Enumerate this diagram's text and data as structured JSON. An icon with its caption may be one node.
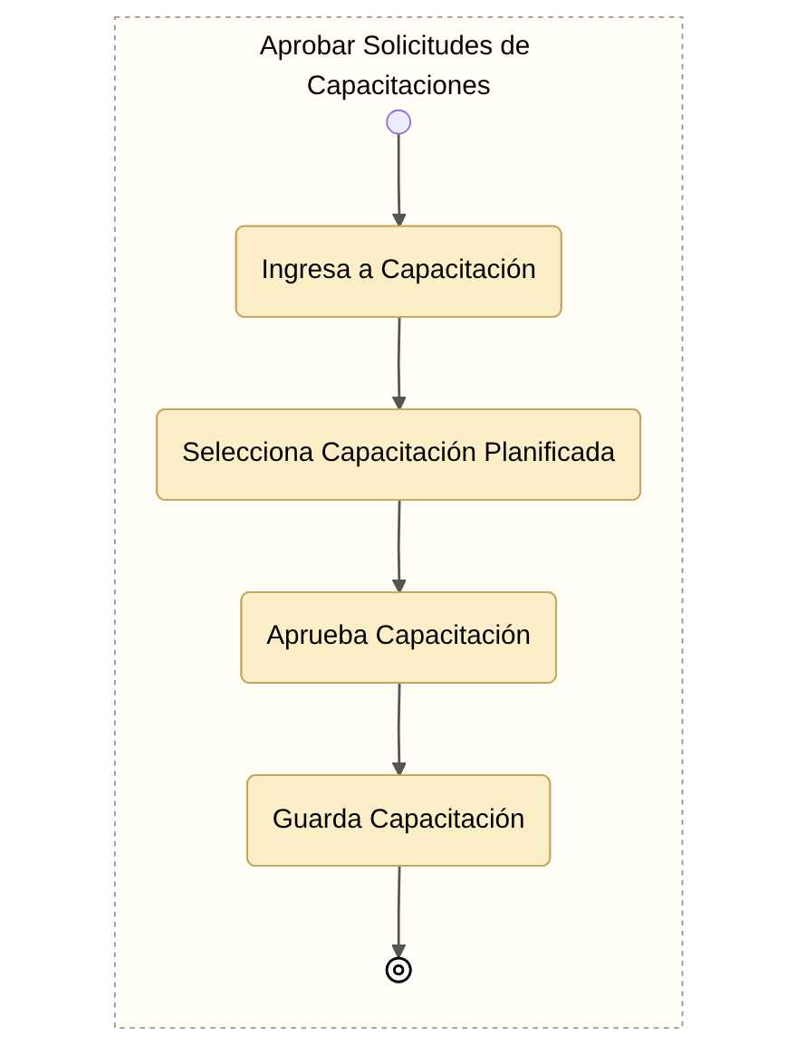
{
  "diagram": {
    "nodes": [
      {
        "text": [
          "Aprobar Solicitudes de Capacitaciones"
        ]
      },
      {
        "text": [],
        "shape": "circle",
        "in": 0
      },
      {
        "text": [
          "Ingresa a Capacitación"
        ],
        "in": 0
      },
      {
        "text": [
          "Selecciona Capacitación Planificada"
        ],
        "in": 0
      },
      {
        "text": [
          "Aprueba Capacitación"
        ],
        "in": 0
      },
      {
        "text": [
          "Guarda Capacitación"
        ],
        "in": 0
      },
      {
        "text": [],
        "shape": "circle",
        "in": 0
      }
    ],
    "edges": [
      {
        "from": 1,
        "to": 2,
        "arrow": "to"
      },
      {
        "from": 2,
        "to": 3,
        "arrow": "to"
      },
      {
        "from": 3,
        "to": 4,
        "arrow": "to"
      },
      {
        "from": 4,
        "to": 5,
        "arrow": "to"
      },
      {
        "from": 5,
        "to": 6,
        "arrow": "to"
      }
    ]
  }
}
